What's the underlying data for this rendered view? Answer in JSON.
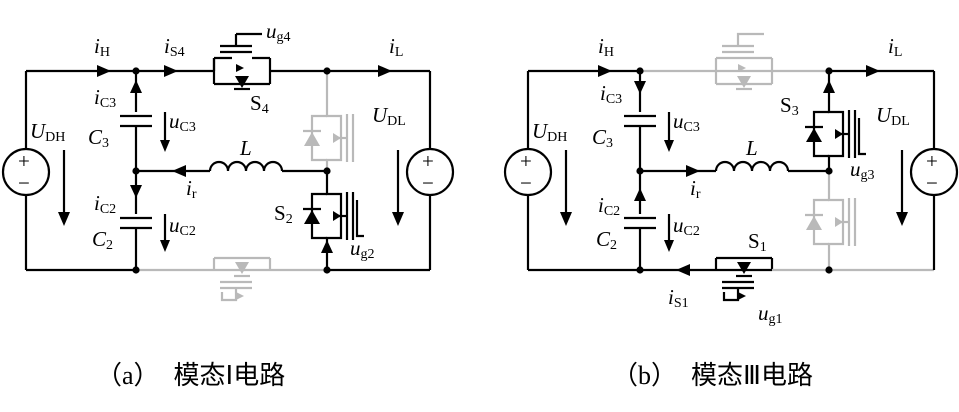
{
  "panel_a": {
    "caption_label": "（a）",
    "caption_text": "模态Ⅰ电路",
    "labels": {
      "iH_main": "i",
      "iH_sub": "H",
      "iS4_main": "i",
      "iS4_sub": "S4",
      "ug4_main": "u",
      "ug4_sub": "g4",
      "iL_main": "i",
      "iL_sub": "L",
      "iC3_main": "i",
      "iC3_sub": "C3",
      "C3_main": "C",
      "C3_sub": "3",
      "uC3_main": "u",
      "uC3_sub": "C3",
      "UDH_main": "U",
      "UDH_sub": "DH",
      "S4_main": "S",
      "S4_sub": "4",
      "UDL_main": "U",
      "UDL_sub": "DL",
      "L": "L",
      "ir_main": "i",
      "ir_sub": "r",
      "iC2_main": "i",
      "iC2_sub": "C2",
      "S2_main": "S",
      "S2_sub": "2",
      "C2_main": "C",
      "C2_sub": "2",
      "uC2_main": "u",
      "uC2_sub": "C2",
      "ug2_main": "u",
      "ug2_sub": "g2"
    }
  },
  "panel_b": {
    "caption_label": "（b）",
    "caption_text": "模态Ⅲ电路",
    "labels": {
      "iH_main": "i",
      "iH_sub": "H",
      "iL_main": "i",
      "iL_sub": "L",
      "iC3_main": "i",
      "iC3_sub": "C3",
      "C3_main": "C",
      "C3_sub": "3",
      "uC3_main": "u",
      "uC3_sub": "C3",
      "UDH_main": "U",
      "UDH_sub": "DH",
      "S3_main": "S",
      "S3_sub": "3",
      "UDL_main": "U",
      "UDL_sub": "DL",
      "L": "L",
      "ug3_main": "u",
      "ug3_sub": "g3",
      "ir_main": "i",
      "ir_sub": "r",
      "iC2_main": "i",
      "iC2_sub": "C2",
      "C2_main": "C",
      "C2_sub": "2",
      "uC2_main": "u",
      "uC2_sub": "C2",
      "S1_main": "S",
      "S1_sub": "1",
      "iS1_main": "i",
      "iS1_sub": "S1",
      "ug1_main": "u",
      "ug1_sub": "g1"
    }
  },
  "symbols": {
    "plus": "+",
    "minus": "−"
  },
  "colors": {
    "active": "#000000",
    "inactive": "#b9b9b9"
  }
}
